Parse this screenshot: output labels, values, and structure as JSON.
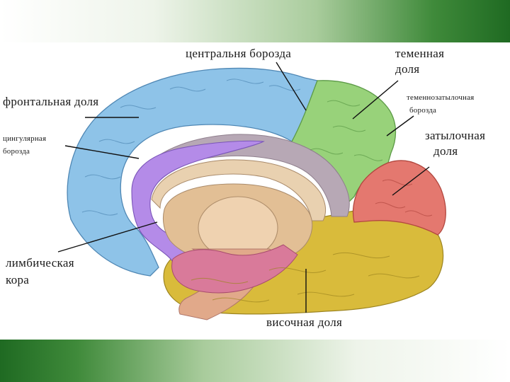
{
  "labels": {
    "central_sulcus": "центральня борозда",
    "parietal_line1": "теменная",
    "parietal_line2": "доля",
    "frontal_lobe": "фронтальная доля",
    "parieto_occipital_line1": "теменнозатылочная",
    "parieto_occipital_line2": "борозда",
    "cingulate_line1": "цингулярная",
    "cingulate_line2": "борозда",
    "occipital_line1": "затылочная",
    "occipital_line2": "доля",
    "limbic_line1": "лимбическая",
    "limbic_line2": "кора",
    "temporal_lobe": "височная доля"
  },
  "colors": {
    "frontal": "#8ec3e8",
    "parietal": "#96d07a",
    "occipital": "#e4776f",
    "temporal": "#d8b93a",
    "limbic": "#b48be8",
    "cingulate_gray": "#b7a8b5",
    "thalamus": "#e8c79f",
    "brainstem_pink": "#d97a9a",
    "header_green": "#2f7d31"
  }
}
